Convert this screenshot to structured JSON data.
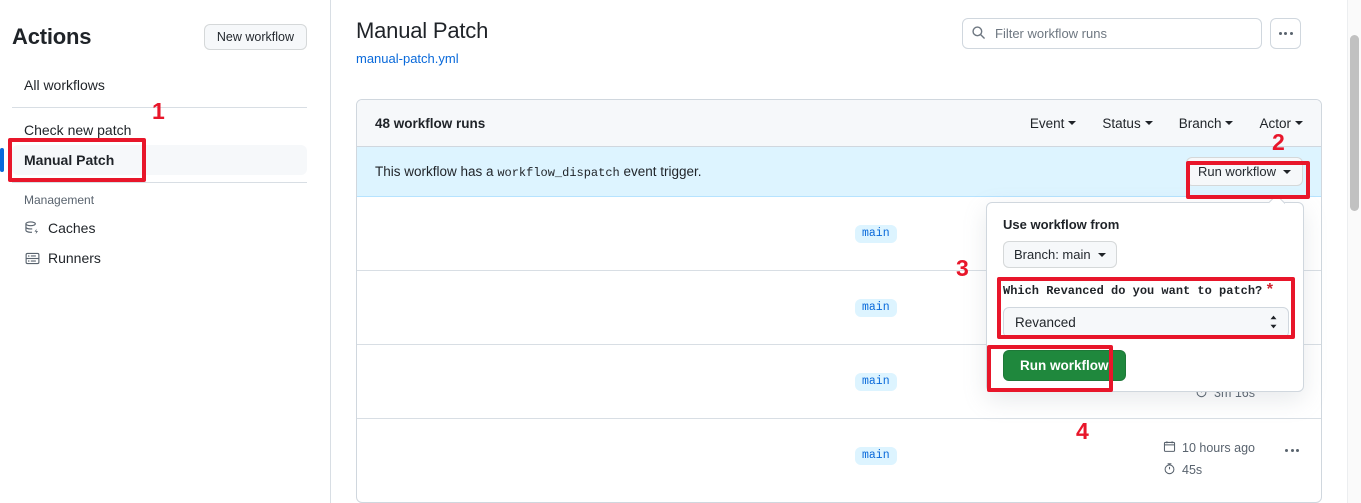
{
  "sidebar": {
    "title": "Actions",
    "new_workflow_label": "New workflow",
    "all_workflows_label": "All workflows",
    "workflows": [
      {
        "label": "Check new patch",
        "selected": false
      },
      {
        "label": "Manual Patch",
        "selected": true
      }
    ],
    "management_label": "Management",
    "management_items": [
      {
        "label": "Caches",
        "icon": "cache-icon"
      },
      {
        "label": "Runners",
        "icon": "server-icon"
      }
    ]
  },
  "header": {
    "page_title": "Manual Patch",
    "yml_file": "manual-patch.yml",
    "search_placeholder": "Filter workflow runs",
    "search_value": "",
    "search_icon": "search-icon",
    "more_icon": "kebab-icon"
  },
  "runs": {
    "count_label": "48 workflow runs",
    "filters": [
      {
        "label": "Event"
      },
      {
        "label": "Status"
      },
      {
        "label": "Branch"
      },
      {
        "label": "Actor"
      }
    ],
    "dispatch_banner": {
      "text_before": "This workflow has a",
      "code": "workflow_dispatch",
      "text_after": "event trigger.",
      "run_button_label": "Run workflow"
    },
    "rows": [
      {
        "branch": "main",
        "date": "",
        "duration": ""
      },
      {
        "branch": "main",
        "date": "",
        "duration": ""
      },
      {
        "branch": "main",
        "date": "",
        "duration": "3m 16s"
      },
      {
        "branch": "main",
        "date": "10 hours ago",
        "duration": "45s"
      }
    ]
  },
  "run_workflow_dropdown": {
    "use_workflow_from_label": "Use workflow from",
    "branch_selector_label": "Branch: main",
    "input_label": "Which Revanced do you want to patch?",
    "required_marker": "*",
    "select_value": "Revanced",
    "submit_label": "Run workflow"
  },
  "annotations": [
    {
      "number": "1"
    },
    {
      "number": "2"
    },
    {
      "number": "3"
    },
    {
      "number": "4"
    }
  ],
  "colors": {
    "annotation_red": "#e8162a",
    "green_button": "#1f883d",
    "link_blue": "#0969da",
    "banner_blue": "#ddf4ff",
    "tab_orange": "#fd8c73"
  }
}
